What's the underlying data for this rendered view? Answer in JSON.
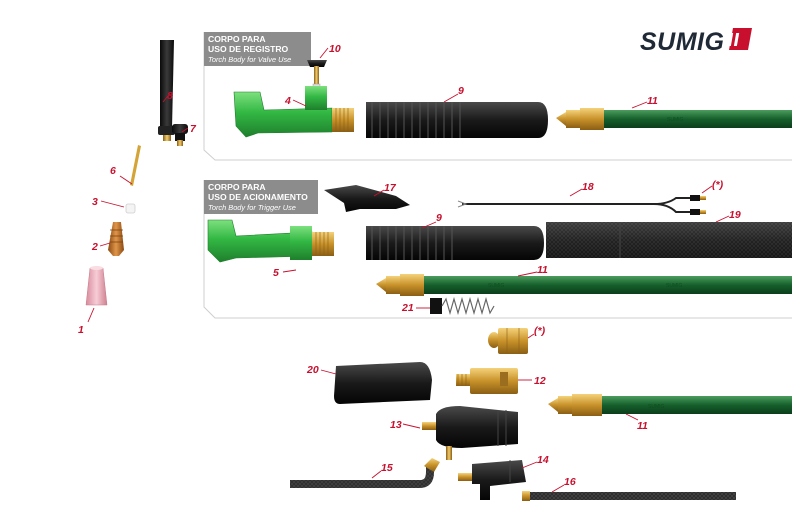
{
  "brand": {
    "logo_text": "SUMIG",
    "accent": "#c8102e"
  },
  "sections": {
    "valve": {
      "title_line1": "CORPO PARA",
      "title_line2": "USO DE REGISTRO",
      "subtitle": "Torch Body for Valve Use"
    },
    "trigger": {
      "title_line1": "CORPO PARA",
      "title_line2": "USO DE ACIONAMENTO",
      "subtitle": "Torch Body for Trigger Use"
    }
  },
  "hose_marking": "SUMIG",
  "callouts": {
    "c1": "1",
    "c2": "2",
    "c3": "3",
    "c4": "4",
    "c5": "5",
    "c6": "6",
    "c7": "7",
    "c8": "8",
    "c9a": "9",
    "c9b": "9",
    "c10": "10",
    "c11a": "11",
    "c11b": "11",
    "c11c": "11",
    "c12": "12",
    "c13": "13",
    "c14": "14",
    "c15": "15",
    "c16": "16",
    "c17": "17",
    "c18": "18",
    "c19": "19",
    "c20": "20",
    "c21": "21",
    "star_a": "(*)",
    "star_b": "(*)"
  },
  "colors": {
    "body_green": "#3cc04a",
    "hose_green": "#1a6b30",
    "brass": "#c8922a",
    "header_gray": "#8c8c8c",
    "callout_red": "#c8102e"
  }
}
